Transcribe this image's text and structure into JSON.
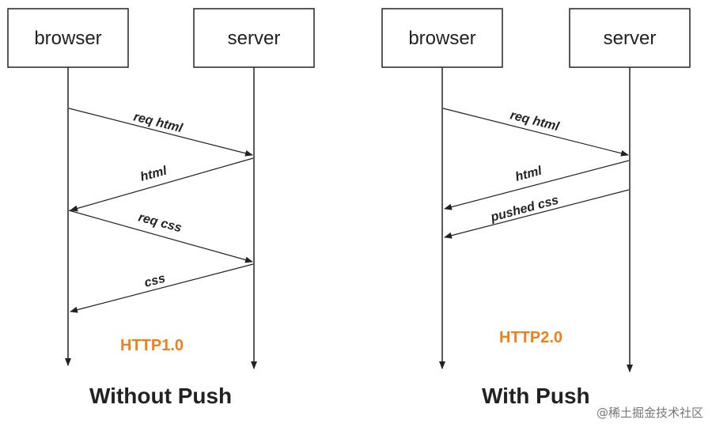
{
  "left_diagram": {
    "browser_label": "browser",
    "server_label": "server",
    "messages": [
      "req html",
      "html",
      "req css",
      "css"
    ],
    "protocol": "HTTP1.0",
    "caption": "Without Push"
  },
  "right_diagram": {
    "browser_label": "browser",
    "server_label": "server",
    "messages": [
      "req html",
      "html",
      "pushed css"
    ],
    "protocol": "HTTP2.0",
    "caption": "With Push"
  },
  "watermark": "@稀土掘金技术社区",
  "colors": {
    "line": "#222222",
    "protocol_label": "#f07f1b"
  }
}
